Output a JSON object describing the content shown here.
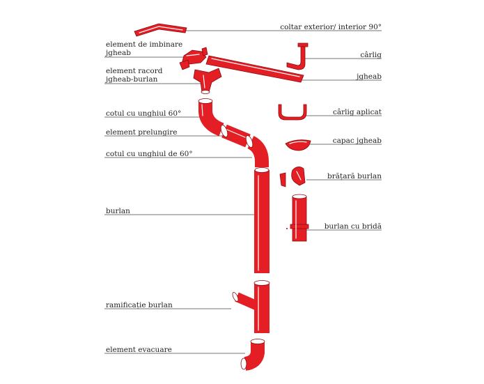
{
  "labels": {
    "coltar": "coltar exterior/ interior 90°",
    "carlig": "cârlig",
    "jgheab": "jgheab",
    "carlig_aplicat": "cârlig aplicat",
    "capac_jgheab": "capac jgheab",
    "bratara_burlan": "brățară burlan",
    "burlan_cu_brida": "burlan cu bridă",
    "element_imbinare_1": "element de imbinare",
    "element_imbinare_2": "jgheab",
    "element_racord_1": "element racord",
    "element_racord_2": "jgheab-burlan",
    "cotul_60_a": "cotul cu unghiul 60°",
    "element_prelungire": "element prelungire",
    "cotul_60_b": "cotul cu unghiul de 60°",
    "burlan": "burlan",
    "ramificatie_burlan": "ramificație burlan",
    "element_evacuare": "element evacuare"
  },
  "colors": {
    "part_fill": "#e31e24",
    "part_outline": "#8a0c10",
    "leader": "#444444",
    "text": "#222222"
  }
}
